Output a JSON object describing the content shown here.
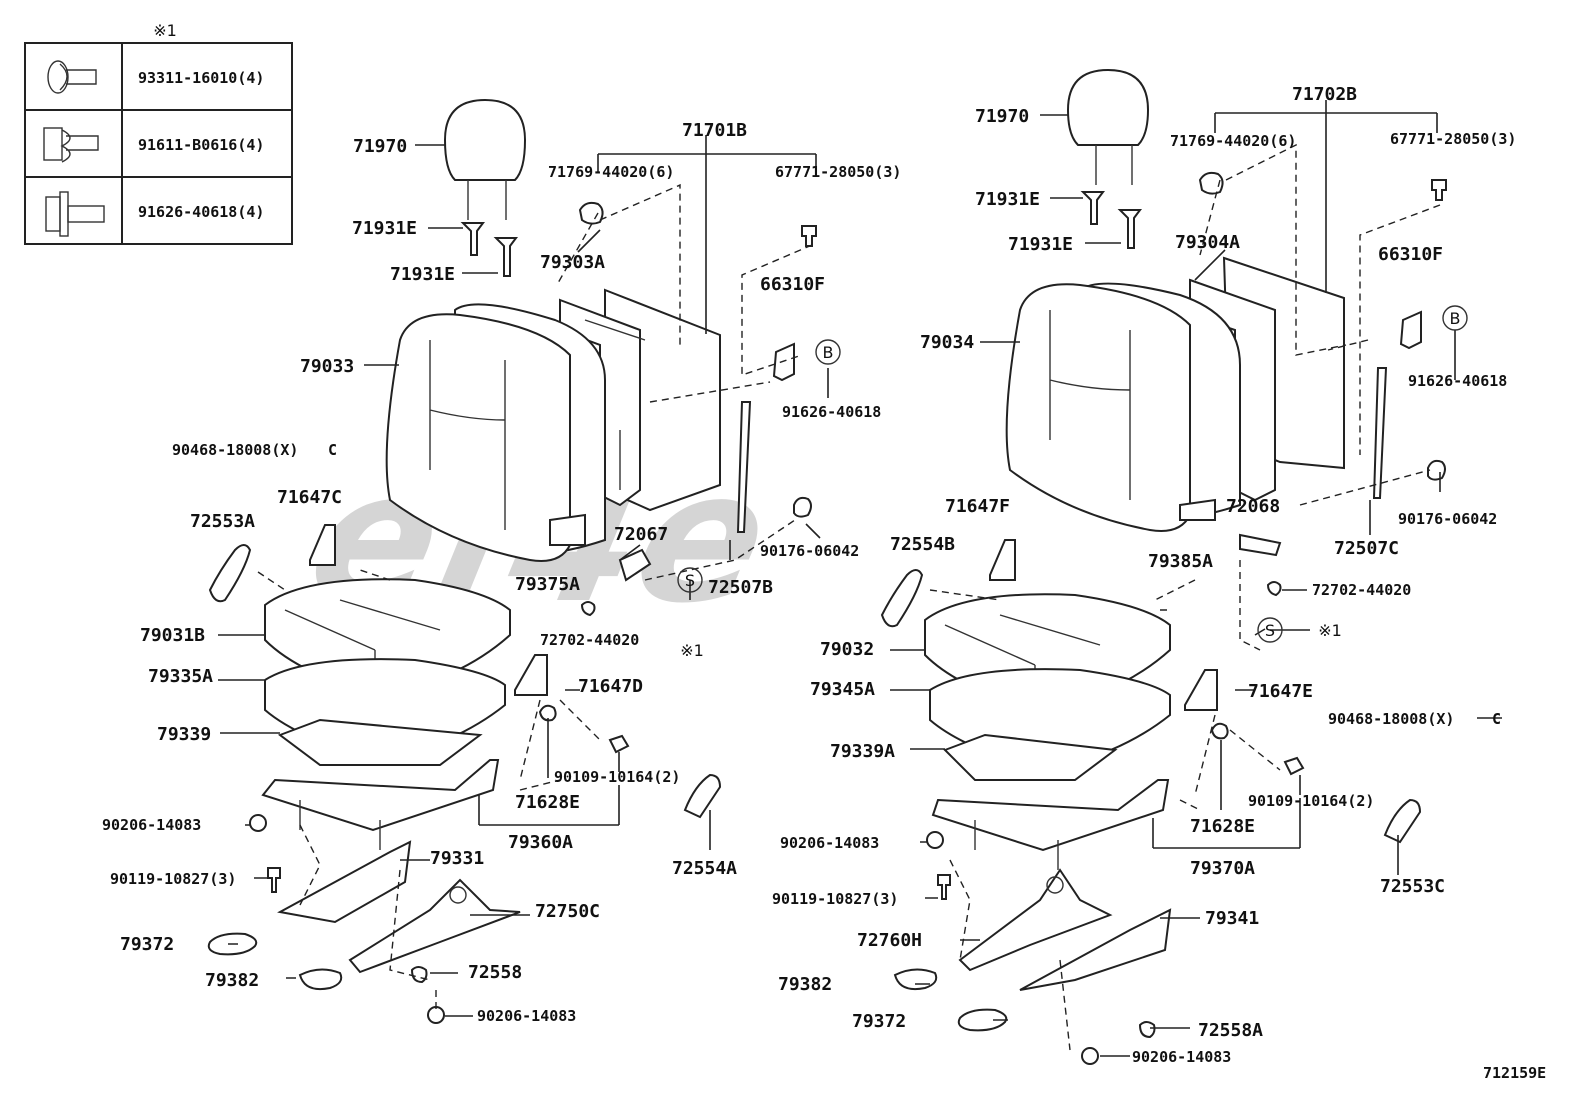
{
  "reference_table": {
    "header_mark": "※1",
    "rows": [
      {
        "icon": "clip-icon",
        "part_no": "93311-16010(4)"
      },
      {
        "icon": "screw-clip-icon",
        "part_no": "91611-B0616(4)"
      },
      {
        "icon": "bolt-icon",
        "part_no": "91626-40618(4)"
      }
    ]
  },
  "watermark": "ef4e",
  "figure_id": "712159E",
  "callouts": {
    "S": "S",
    "B": "B",
    "ref1": "※1"
  },
  "labels_left": {
    "headrest": "71970",
    "guide_a": "71931E",
    "guide_b": "71931E",
    "seat_back_assy": "71701B",
    "clip": "71769-44020(6)",
    "fastener": "67771-28050(3)",
    "frame": "79303A",
    "bracket": "66310F",
    "bolt_b": "91626-40618",
    "cover": "79033",
    "hog_ring": "90468-18008(X)",
    "hog_ring_sym": "C",
    "hinge_cover_a": "72553A",
    "hinge_cover_c": "71647C",
    "bracket_72067": "72067",
    "pad": "79375A",
    "stay": "72507B",
    "cap": "90176-06042",
    "bolt_72702": "72702-44020",
    "cushion_cover": "79031B",
    "cushion_pad": "79335A",
    "hinge_cover_d": "71647D",
    "board": "79339",
    "nut": "90109-10164(2)",
    "knob": "71628E",
    "washer_1": "90206-14083",
    "cushion_frame": "79360A",
    "bolt_3": "90119-10827(3)",
    "leg": "79331",
    "hinge_cover_554a": "72554A",
    "track": "72750C",
    "cover_79372": "79372",
    "cover_79382": "79382",
    "bushing": "72558",
    "washer_2": "90206-14083"
  },
  "labels_right": {
    "headrest": "71970",
    "guide_a": "71931E",
    "guide_b": "71931E",
    "seat_back_assy": "71702B",
    "clip": "71769-44020(6)",
    "fastener": "67771-28050(3)",
    "frame": "79304A",
    "bracket": "66310F",
    "bolt_b": "91626-40618",
    "cover": "79034",
    "cap": "90176-06042",
    "hinge_cover_f": "71647F",
    "hinge_cover_554b": "72554B",
    "bracket_72068": "72068",
    "stay": "72507C",
    "pad": "79385A",
    "bolt_72702": "72702-44020",
    "cushion_cover": "79032",
    "cushion_pad": "79345A",
    "hinge_cover_e": "71647E",
    "hog_ring": "90468-18008(X)",
    "hog_ring_sym": "C",
    "board": "79339A",
    "nut": "90109-10164(2)",
    "washer_1": "90206-14083",
    "knob": "71628E",
    "cushion_frame": "79370A",
    "hinge_cover_553c": "72553C",
    "bolt_3": "90119-10827(3)",
    "track": "72760H",
    "leg": "79341",
    "cover_79382": "79382",
    "cover_79372": "79372",
    "bushing": "72558A",
    "washer_2": "90206-14083"
  }
}
